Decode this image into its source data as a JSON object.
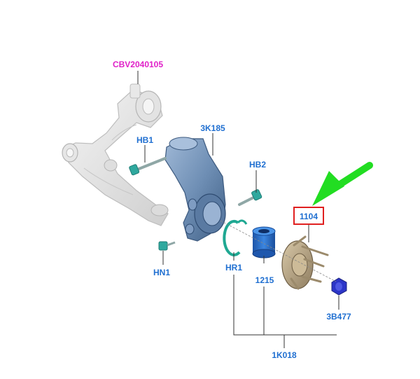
{
  "labels": {
    "control_arm": "CBV2040105",
    "knuckle": "3K185",
    "bolt_hb1": "HB1",
    "bolt_hb2": "HB2",
    "nut_hn1": "HN1",
    "snap_ring": "HR1",
    "bearing": "1215",
    "hub": "1104",
    "hub_nut": "3B477",
    "kit": "1K018"
  },
  "highlight": {
    "part": "1104",
    "box_color": "#e02020",
    "arrow_color": "#22dd22"
  },
  "colors": {
    "label_blue": "#1f6fd1",
    "label_magenta": "#e020c8",
    "knuckle": "#6f8fb5",
    "bearing": "#2b6fc9",
    "hub": "#b8a585",
    "hub_nut": "#2c35c8",
    "snap_ring": "#1fa892",
    "bolts": "#2fa89e"
  }
}
